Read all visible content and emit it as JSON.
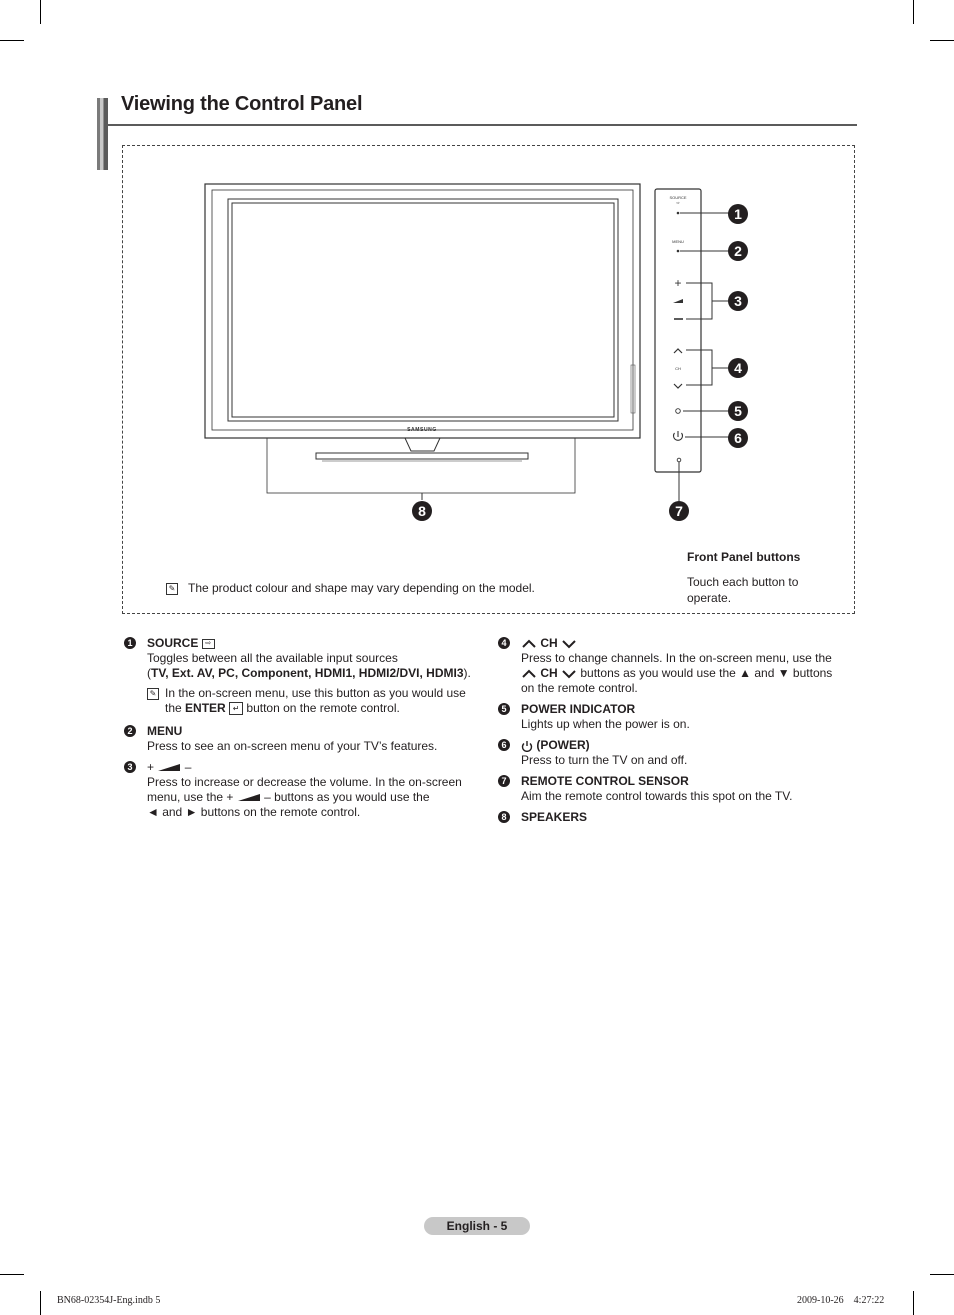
{
  "page": {
    "title": "Viewing the Control Panel",
    "footer_page": "English - 5",
    "footer_file": "BN68-02354J-Eng.indb   5",
    "footer_timestamp": "2009-10-26      4:27:22"
  },
  "figure": {
    "brand": "SAMSUNG",
    "panel_source_label": "SOURCE",
    "panel_menu_label": "MENU",
    "panel_ch_label": "CH",
    "callouts": [
      "1",
      "2",
      "3",
      "4",
      "5",
      "6",
      "7",
      "8"
    ],
    "note": "The product colour and shape may vary depending on the model.",
    "front_panel_title": "Front Panel buttons",
    "front_panel_text": "Touch each button to operate."
  },
  "items": {
    "source": {
      "num": "1",
      "title": "SOURCE",
      "desc": "Toggles between all the available input sources",
      "sources_open": "(",
      "sources": "TV, Ext. AV, PC, Component, HDMI1, HDMI2/DVI, HDMI3",
      "sources_close": ").",
      "note_a": "In the on-screen menu, use this button as you would use",
      "note_b": "the",
      "note_enter": "ENTER",
      "note_c": "button on the remote control."
    },
    "menu": {
      "num": "2",
      "title": "MENU",
      "desc": "Press to see an on-screen menu of your TV’s features."
    },
    "volume": {
      "num": "3",
      "title_plus": "+",
      "title_minus": "–",
      "desc_a": "Press to increase or decrease the volume. In the on-screen",
      "desc_b": "menu, use the +",
      "desc_c": "– buttons as you would use the",
      "desc_d": "◄ and ► buttons on the remote control."
    },
    "ch": {
      "num": "4",
      "title": "CH",
      "desc_a": "Press to change channels. In the on-screen menu, use the",
      "desc_b": "CH",
      "desc_c": "buttons as you would use the ▲ and ▼ buttons",
      "desc_d": "on the remote control."
    },
    "power_ind": {
      "num": "5",
      "title": "POWER INDICATOR",
      "desc": "Lights up when the power is on."
    },
    "power": {
      "num": "6",
      "title": "(POWER)",
      "desc": "Press to turn the TV on and off."
    },
    "remote": {
      "num": "7",
      "title": "REMOTE CONTROL SENSOR",
      "desc": "Aim the remote control towards this spot on the TV."
    },
    "speakers": {
      "num": "8",
      "title": "SPEAKERS"
    }
  }
}
